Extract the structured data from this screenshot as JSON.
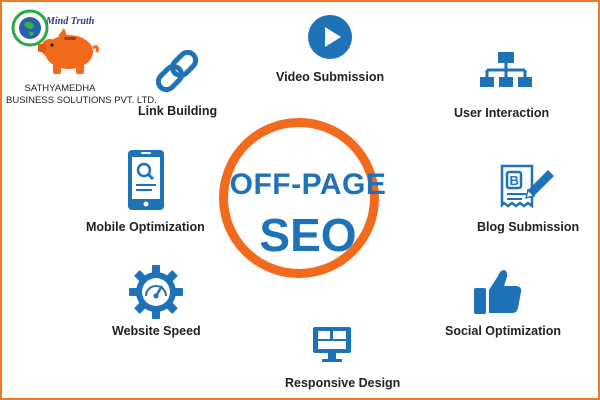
{
  "logo": {
    "tagline": "Mind Truth",
    "company_line1": "SATHYAMEDHA",
    "company_line2": "BUSINESS SOLUTIONS PVT. LTD."
  },
  "center": {
    "line1": "OFF-PAGE",
    "line2": "SEO"
  },
  "items": [
    {
      "label": "Video Submission",
      "icon": "play-icon"
    },
    {
      "label": "User Interaction",
      "icon": "hierarchy-icon"
    },
    {
      "label": "Blog Submission",
      "icon": "blog-icon"
    },
    {
      "label": "Social Optimization",
      "icon": "thumbs-up-icon"
    },
    {
      "label": "Responsive Design",
      "icon": "monitor-icon"
    },
    {
      "label": "Website Speed",
      "icon": "speedometer-icon"
    },
    {
      "label": "Mobile Optimization",
      "icon": "mobile-search-icon"
    },
    {
      "label": "Link Building",
      "icon": "chain-link-icon"
    }
  ],
  "colors": {
    "accent_orange": "#f26a1b",
    "brand_blue": "#1e72b8",
    "label_dark": "#222222"
  }
}
